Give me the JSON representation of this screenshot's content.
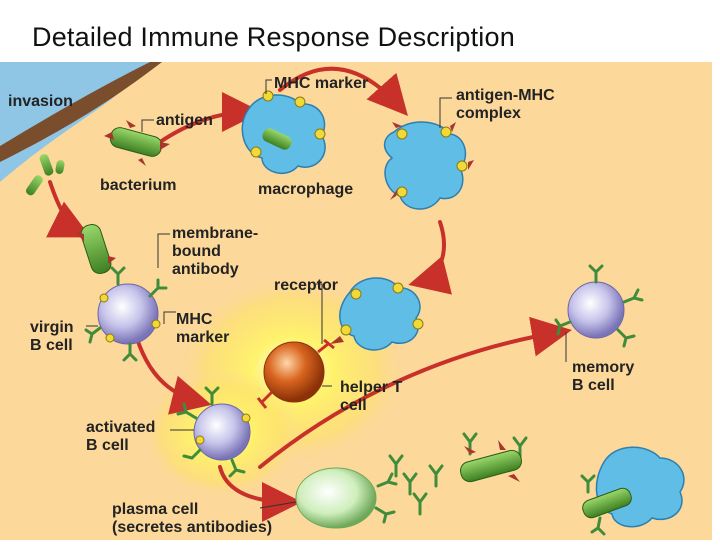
{
  "slide": {
    "title": "Detailed Immune Response Description"
  },
  "diagram": {
    "labels": {
      "invasion": "invasion",
      "antigen": "antigen",
      "bacterium": "bacterium",
      "mhc_marker_top": "MHC marker",
      "macrophage": "macrophage",
      "antigen_mhc_line1": "antigen-MHC",
      "antigen_mhc_line2": "complex",
      "membrane_line1": "membrane-",
      "membrane_line2": "bound",
      "membrane_line3": "antibody",
      "receptor": "receptor",
      "virgin_line1": "virgin",
      "virgin_line2": "B cell",
      "mhc_marker_mid_line1": "MHC",
      "mhc_marker_mid_line2": "marker",
      "helper_line1": "helper T",
      "helper_line2": "cell",
      "activated_line1": "activated",
      "activated_line2": "B cell",
      "memory_line1": "memory",
      "memory_line2": "B cell",
      "plasma_line1": "plasma cell",
      "plasma_line2": "(secretes antibodies)"
    },
    "colors": {
      "background": "#fcd89a",
      "arrow": "#c8302a",
      "macrophage": "#5fbde6",
      "bacterium": "#5aa832",
      "b_cell": "#c6c3ea",
      "helper_t": "#d8641e",
      "plasma": "#cfeebc",
      "glow": "#fff25a",
      "skin": "#7a4d2c",
      "antibody": "#3f8c3a"
    }
  }
}
